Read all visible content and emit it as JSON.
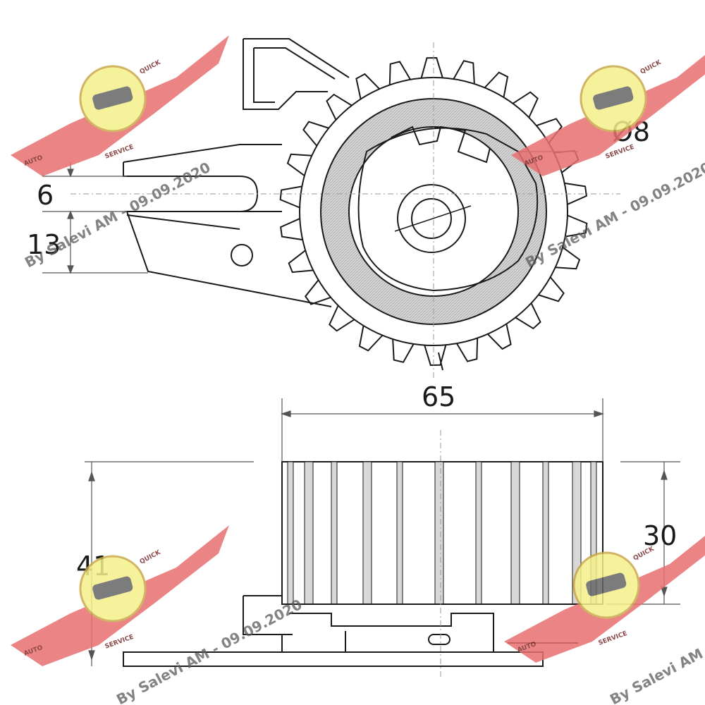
{
  "dimensions": {
    "width_top": "65",
    "hole_diameter": "Ø8",
    "offset_6": "6",
    "offset_13": "13",
    "total_height": "41",
    "roller_height": "30"
  },
  "watermark": {
    "text": "By Salevi AM - 09.09.2020",
    "logo_text": "QUICK",
    "logo_sub": "SERVICE",
    "logo_left": "AUTO"
  },
  "colors": {
    "line": "#1a1a1a",
    "wing": "#e87070",
    "logo": "#f5f08a",
    "hatch": "#c8c8c8"
  }
}
